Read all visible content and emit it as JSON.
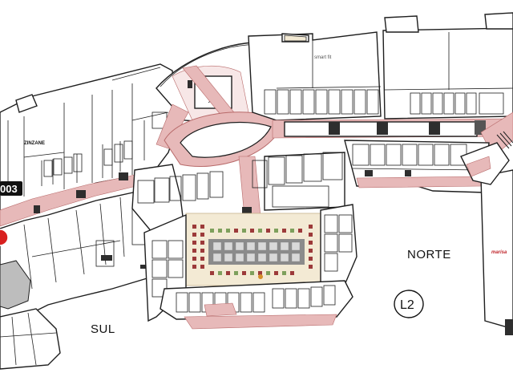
{
  "map": {
    "zones": {
      "south": "SUL",
      "north": "NORTE"
    },
    "level": "L2",
    "store_badge": "003",
    "stores": {
      "zinzane": "ZINZANE",
      "smart_fit": "smart fit",
      "marisa": "marisa"
    },
    "colors": {
      "walkway": "#e7b9b9",
      "food_court": "#f3ead4",
      "badge": "#111111",
      "marker": "#d8201f",
      "walls": "#1e1e1e"
    }
  }
}
